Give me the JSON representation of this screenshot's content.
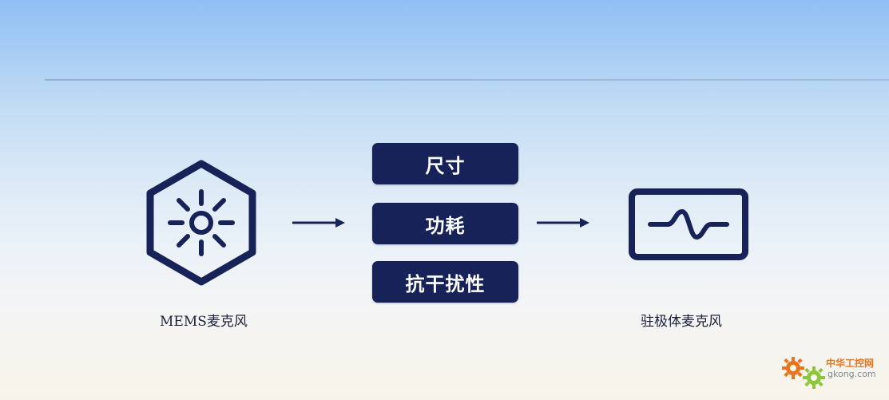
{
  "left_component": {
    "label": "MEMS麦克风",
    "icon": "mems-sensor-hexagon-icon"
  },
  "right_component": {
    "label": "驻极体麦克风",
    "icon": "waveform-box-icon"
  },
  "factors": [
    {
      "label": "尺寸"
    },
    {
      "label": "功耗"
    },
    {
      "label": "抗干扰性"
    }
  ],
  "watermark": {
    "title": "中华工控网",
    "domain": "gkong.com"
  },
  "colors": {
    "primary_navy": "#162258",
    "watermark_orange": "#e8741f",
    "watermark_green": "#8cc63f"
  }
}
